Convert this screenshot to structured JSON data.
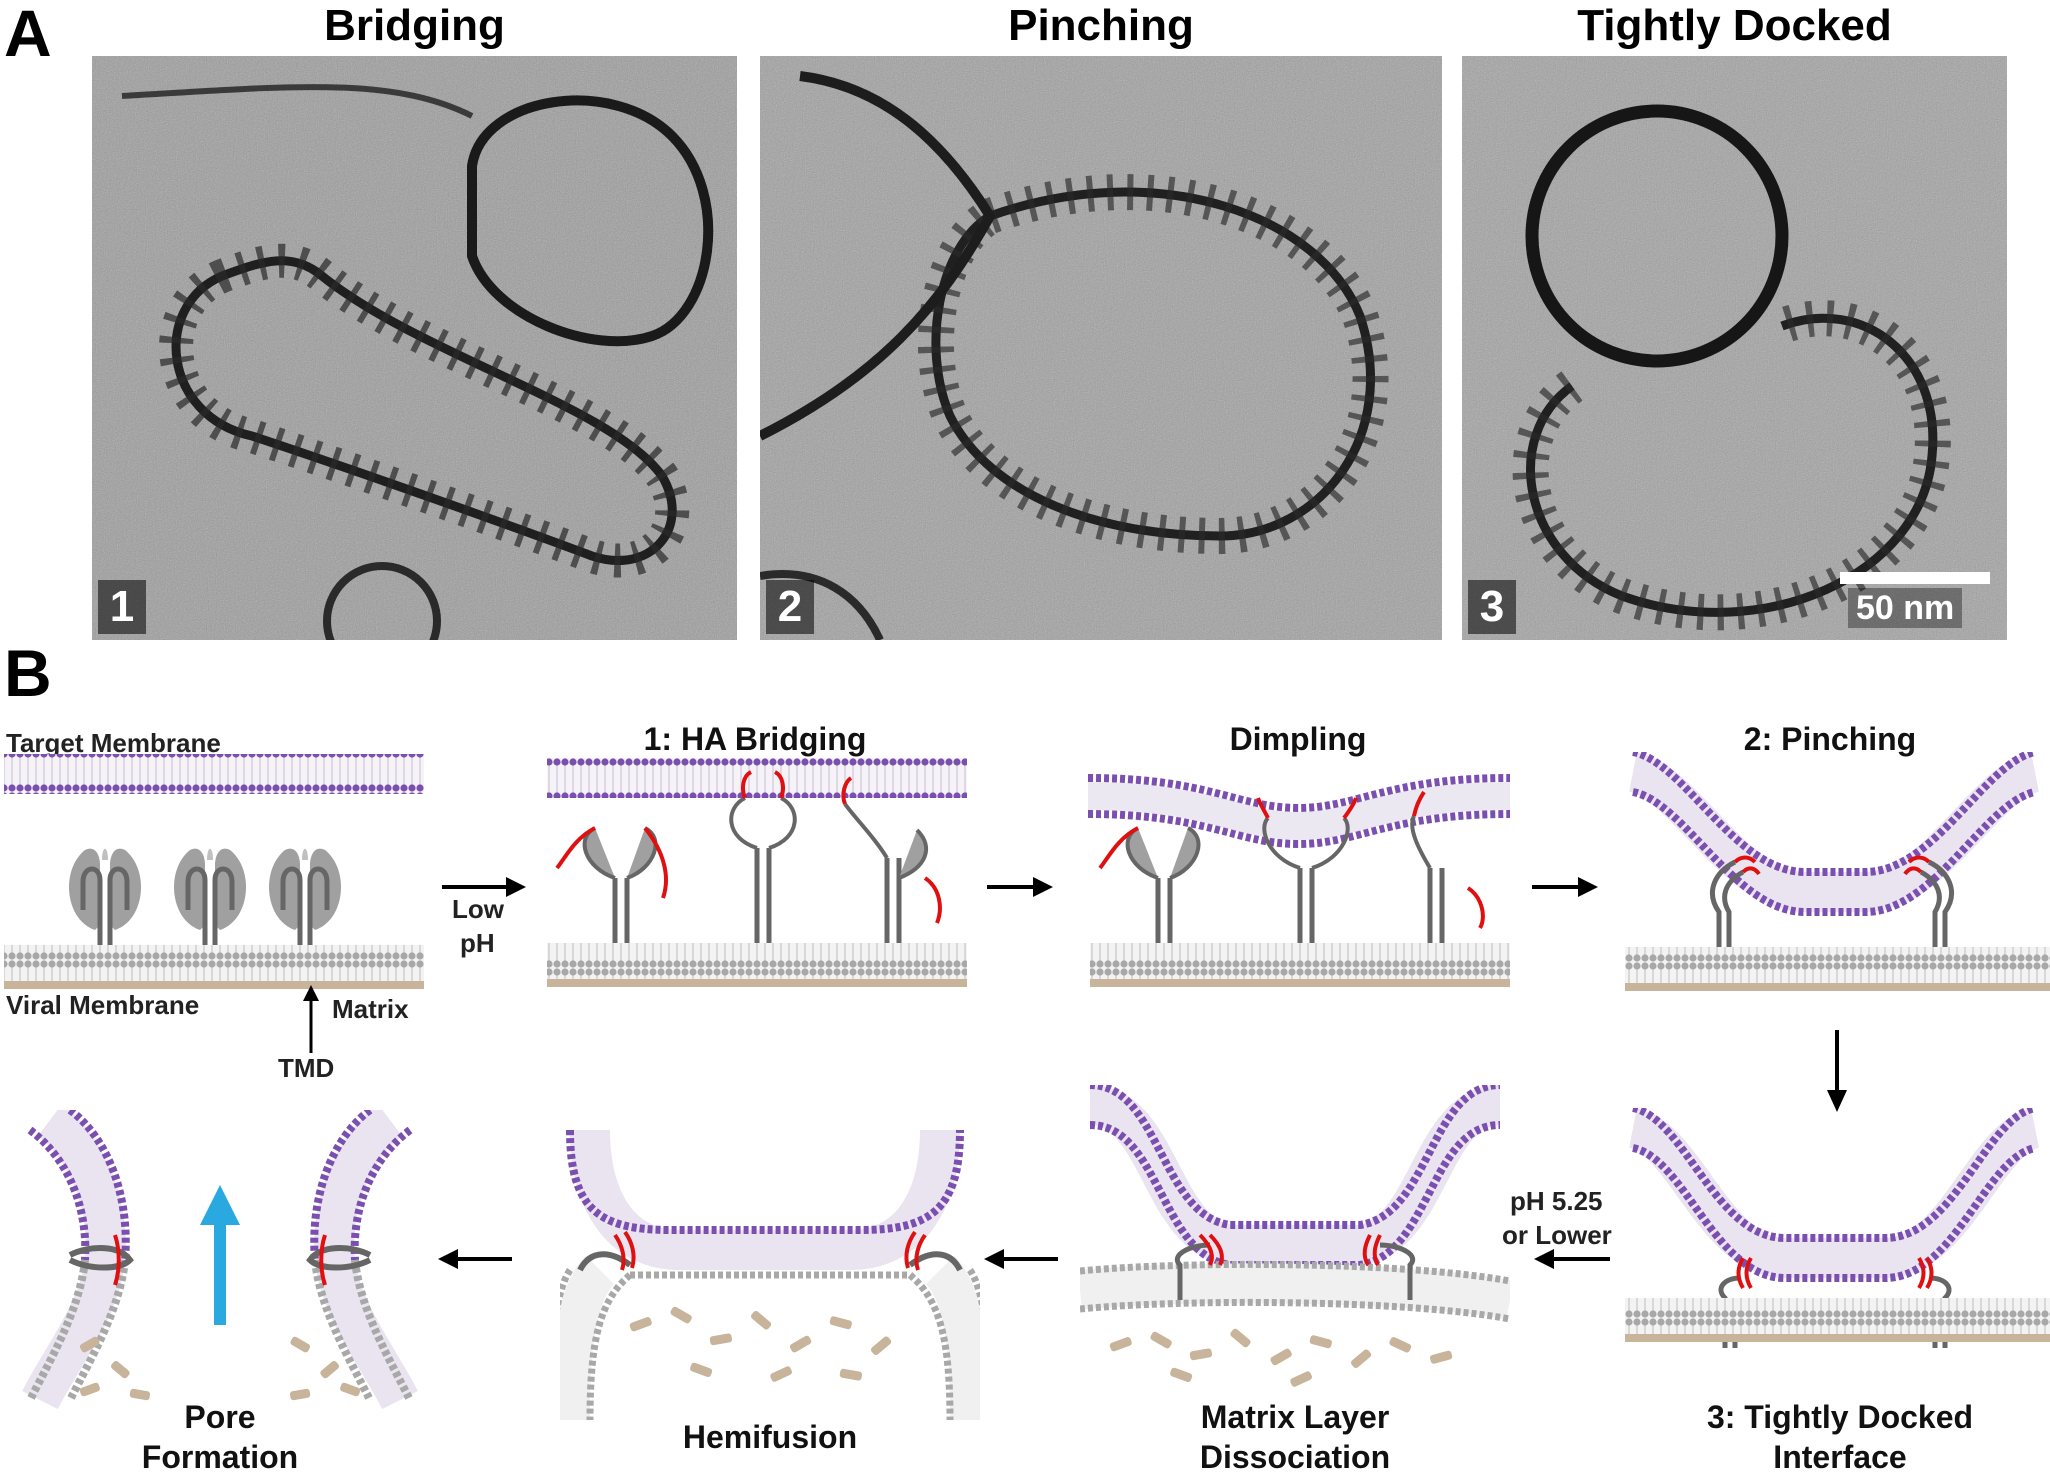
{
  "panel_a": {
    "letter": "A",
    "images": [
      {
        "title": "Bridging",
        "number": "1"
      },
      {
        "title": "Pinching",
        "number": "2"
      },
      {
        "title": "Tightly Docked",
        "number": "3"
      }
    ],
    "scale_bar": "50 nm"
  },
  "panel_b": {
    "letter": "B",
    "target_membrane": "Target Membrane",
    "viral_membrane": "Viral Membrane",
    "matrix": "Matrix",
    "tmd": "TMD",
    "low_ph_1": "Low",
    "low_ph_2": "pH",
    "ph525_1": "pH 5.25",
    "ph525_2": "or Lower",
    "stages": {
      "bridging": "1: HA Bridging",
      "dimpling": "Dimpling",
      "pinching": "2: Pinching",
      "docked_1": "3: Tightly Docked",
      "docked_2": "Interface",
      "matrix_1": "Matrix Layer",
      "matrix_2": "Dissociation",
      "hemifusion": "Hemifusion",
      "pore_1": "Pore",
      "pore_2": "Formation"
    }
  },
  "colors": {
    "target_lipid": "#7b4fb0",
    "viral_lipid": "#9a9a9a",
    "fusion_peptide": "#e01010",
    "protein": "#6a6a6a",
    "matrix": "#c7b49a",
    "pore_arrow": "#2aa8e0"
  }
}
